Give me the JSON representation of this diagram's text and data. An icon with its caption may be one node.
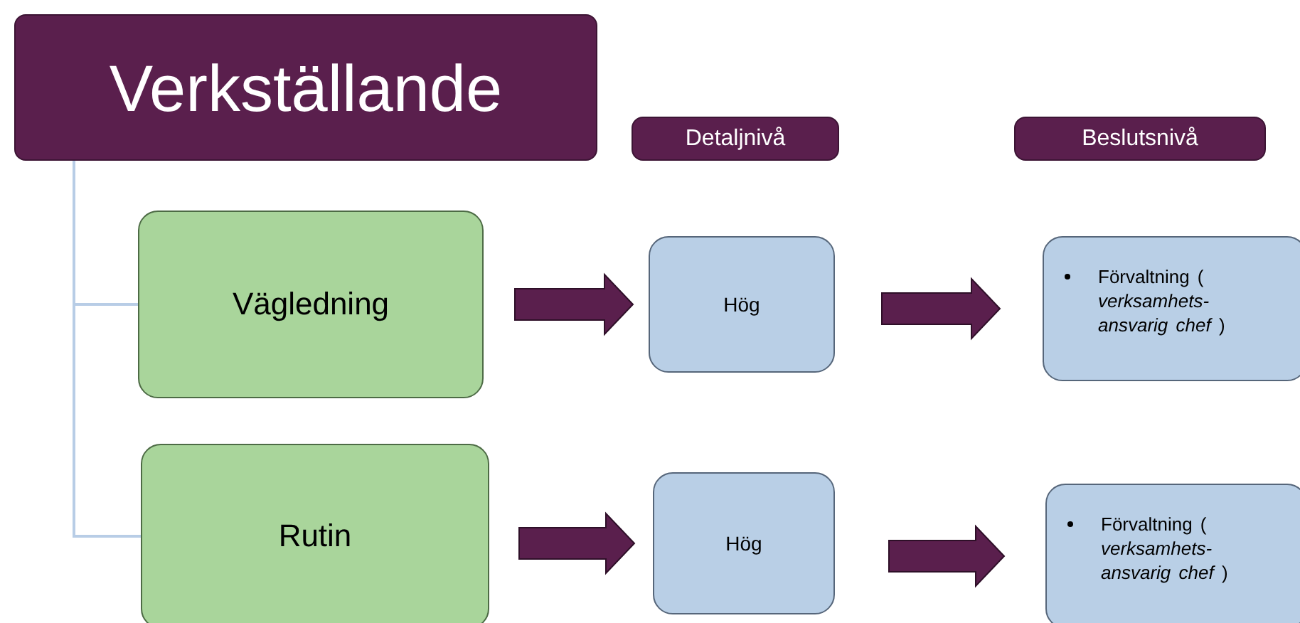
{
  "diagram": {
    "nodes": [
      {
        "text": [
          "Verkställande"
        ]
      },
      {
        "text": [
          "Detaljnivå"
        ]
      },
      {
        "text": [
          "Beslutsnivå"
        ]
      },
      {
        "text": [
          "Vägledning"
        ]
      },
      {
        "text": [
          "Hög"
        ]
      },
      {
        "text": [
          "Förvaltning ( *verksamhets- ansvarig chef* )"
        ]
      },
      {
        "text": [
          "Rutin"
        ]
      },
      {
        "text": [
          "Hög"
        ]
      },
      {
        "text": [
          "Förvaltning ( *verksamhets- ansvarig chef* )"
        ]
      }
    ],
    "edges": [
      {
        "from": 0,
        "to": 3,
        "arrow": "none",
        "color": "#b8cde6"
      },
      {
        "from": 0,
        "to": 6,
        "arrow": "none",
        "color": "#b8cde6"
      },
      {
        "from": 3,
        "to": 4,
        "arrow": "to"
      },
      {
        "from": 4,
        "to": 5,
        "arrow": "to"
      },
      {
        "from": 6,
        "to": 7,
        "arrow": "to"
      },
      {
        "from": 7,
        "to": 8,
        "arrow": "to"
      }
    ]
  }
}
